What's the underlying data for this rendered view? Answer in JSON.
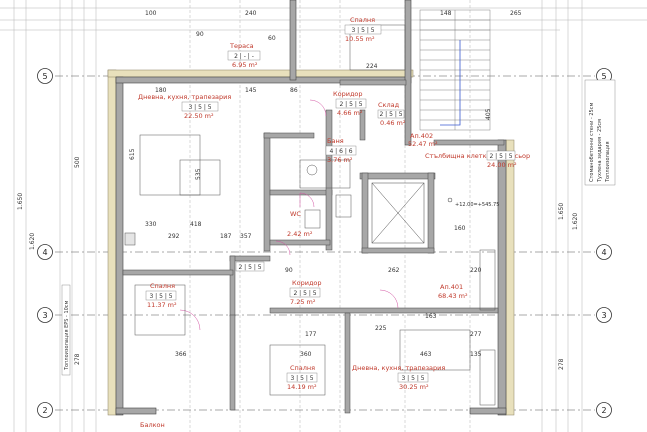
{
  "axes": {
    "left": [
      "5",
      "4",
      "3",
      "2"
    ],
    "right": [
      "5",
      "4",
      "3",
      "2"
    ]
  },
  "rooms": [
    {
      "id": "terasa",
      "name": "Тераса",
      "code": "2 | - | -",
      "area": "6.95 m²"
    },
    {
      "id": "spalnya-top",
      "name": "Спалня",
      "code": "3 | 5 | 5",
      "area": "10.55 m²"
    },
    {
      "id": "dnevna-top",
      "name": "Дневна, кухня, трапезария",
      "code": "3 | 5 | 5",
      "area": "22.50 m²"
    },
    {
      "id": "koridor-top",
      "name": "Коридор",
      "code": "2 | 5 | 5",
      "area": "4.66 m²"
    },
    {
      "id": "sklad",
      "name": "Склад",
      "code": "2 | 5 | 5",
      "area": "0.46 m²"
    },
    {
      "id": "banya",
      "name": "Баня",
      "code": "4 | 6 | 6",
      "area": "3.76 m²"
    },
    {
      "id": "ap402",
      "name": "Ап.402",
      "code": "",
      "area": "52.47 m²"
    },
    {
      "id": "stairs",
      "name": "Стълбищна клетка и асансьор",
      "code": "2 | 5 | 5",
      "area": "24.00 m²"
    },
    {
      "id": "wc",
      "name": "WC",
      "code": "",
      "area": "2.42 m²"
    },
    {
      "id": "koridor-mid-left",
      "name": "",
      "code": "2 | 5 | 5",
      "area": ""
    },
    {
      "id": "spalnya-left",
      "name": "Спалня",
      "code": "3 | 5 | 5",
      "area": "11.37 m²"
    },
    {
      "id": "koridor-mid",
      "name": "Коридор",
      "code": "2 | 5 | 5",
      "area": "7.25 m²"
    },
    {
      "id": "ap401",
      "name": "Ап.401",
      "code": "",
      "area": "68.43 m²"
    },
    {
      "id": "spalnya-bottom",
      "name": "Спалня",
      "code": "3 | 5 | 5",
      "area": "14.19 m²"
    },
    {
      "id": "dnevna-bottom",
      "name": "Дневна, кухня, трапезария",
      "code": "3 | 5 | 5",
      "area": "30.25 m²"
    },
    {
      "id": "balkon",
      "name": "Балкон",
      "code": "",
      "area": ""
    }
  ],
  "dims": {
    "top": [
      "100",
      "240",
      "90",
      "60",
      "224",
      "148",
      "265"
    ],
    "row1": [
      "180",
      "86",
      "145"
    ],
    "kitchen": [
      "330",
      "418",
      "292",
      "187",
      "160"
    ],
    "mid": [
      "357",
      "262",
      "90",
      "220"
    ],
    "lower": [
      "177",
      "225",
      "163",
      "277"
    ],
    "bottom": [
      "366",
      "463",
      "360",
      "135"
    ],
    "left_vertical": [
      "1.650",
      "500",
      "1.620",
      "615",
      "535",
      "278"
    ],
    "right_vertical": [
      "1.650",
      "1.620",
      "405",
      "278"
    ]
  },
  "elevation": "+12.00=+545.75",
  "left_legend": "Топлоизолация EPS - 10см",
  "right_legend": [
    "Стоманобетонни стени - 25см",
    "Тухлена зидария - 25см",
    "Топлоизолация"
  ],
  "colors": {
    "wall": "#9a9a9a",
    "insulation": "#cfc49a",
    "room_text": "#c0392b",
    "dim_line": "#8a8a8a",
    "door": "#d24fa0",
    "axis_blue": "#3b5bd1"
  }
}
